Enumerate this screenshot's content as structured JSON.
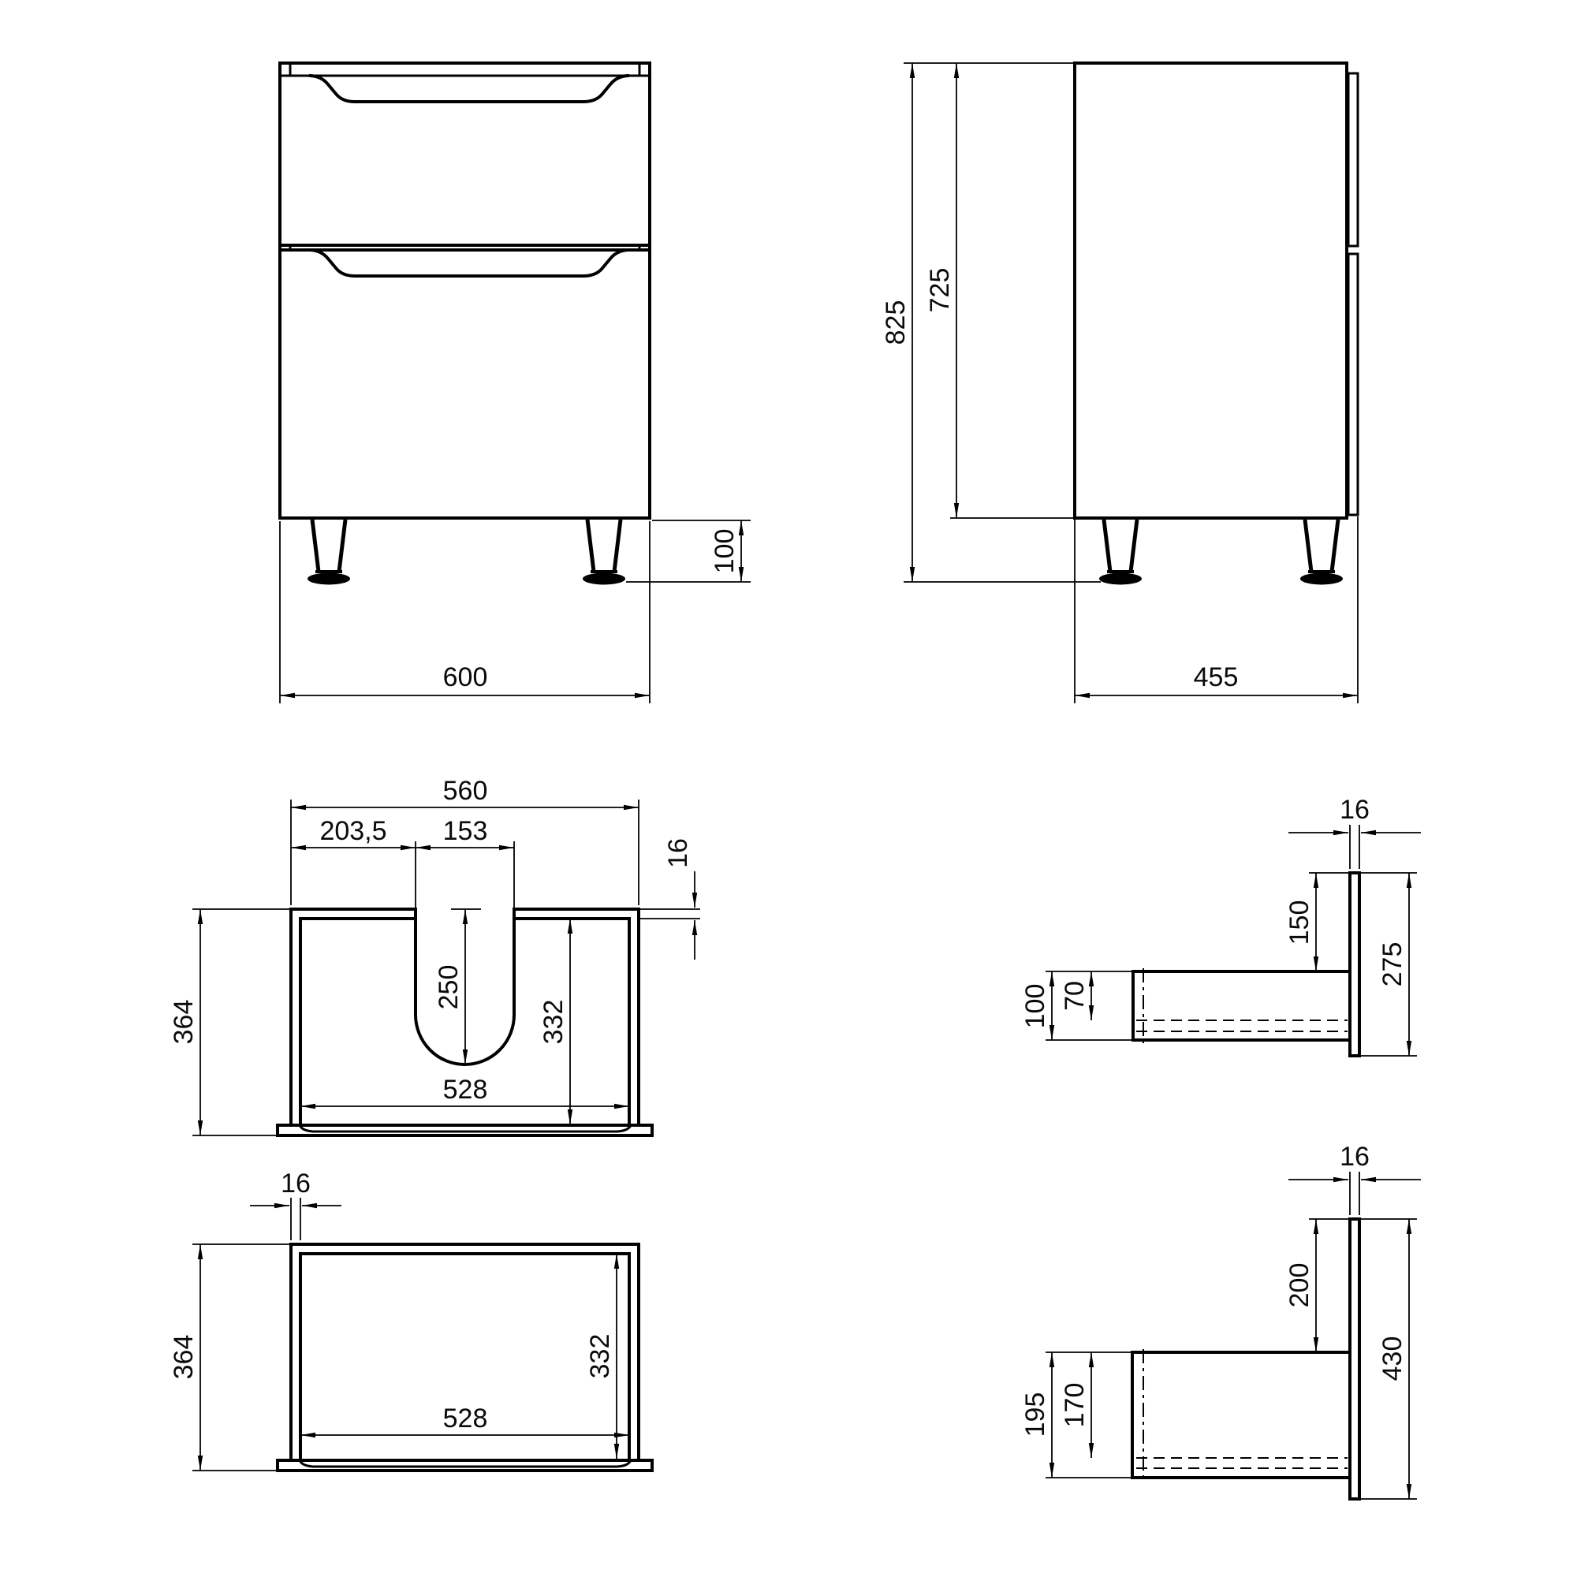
{
  "colors": {
    "line": "#000000",
    "background": "#ffffff"
  },
  "views": {
    "front": {
      "dims": {
        "width": "600",
        "leg_height": "100"
      }
    },
    "side": {
      "dims": {
        "total_height": "825",
        "body_height": "725",
        "depth": "455"
      }
    },
    "upper_drawer_top": {
      "dims": {
        "width": "560",
        "cutout_offset": "203,5",
        "cutout_width": "153",
        "wall_thickness": "16",
        "depth": "364",
        "cutout_depth": "250",
        "inner_depth": "332",
        "inner_width": "528"
      }
    },
    "lower_drawer_top": {
      "dims": {
        "wall_thickness": "16",
        "depth": "364",
        "inner_depth": "332",
        "inner_width": "528"
      }
    },
    "upper_drawer_section": {
      "dims": {
        "front_thickness": "16",
        "front_top_offset": "150",
        "front_height": "275",
        "box_height": "100",
        "box_inner_height": "70"
      }
    },
    "lower_drawer_section": {
      "dims": {
        "front_thickness": "16",
        "front_top_offset": "200",
        "front_height": "430",
        "box_height": "195",
        "box_inner_height": "170"
      }
    }
  }
}
